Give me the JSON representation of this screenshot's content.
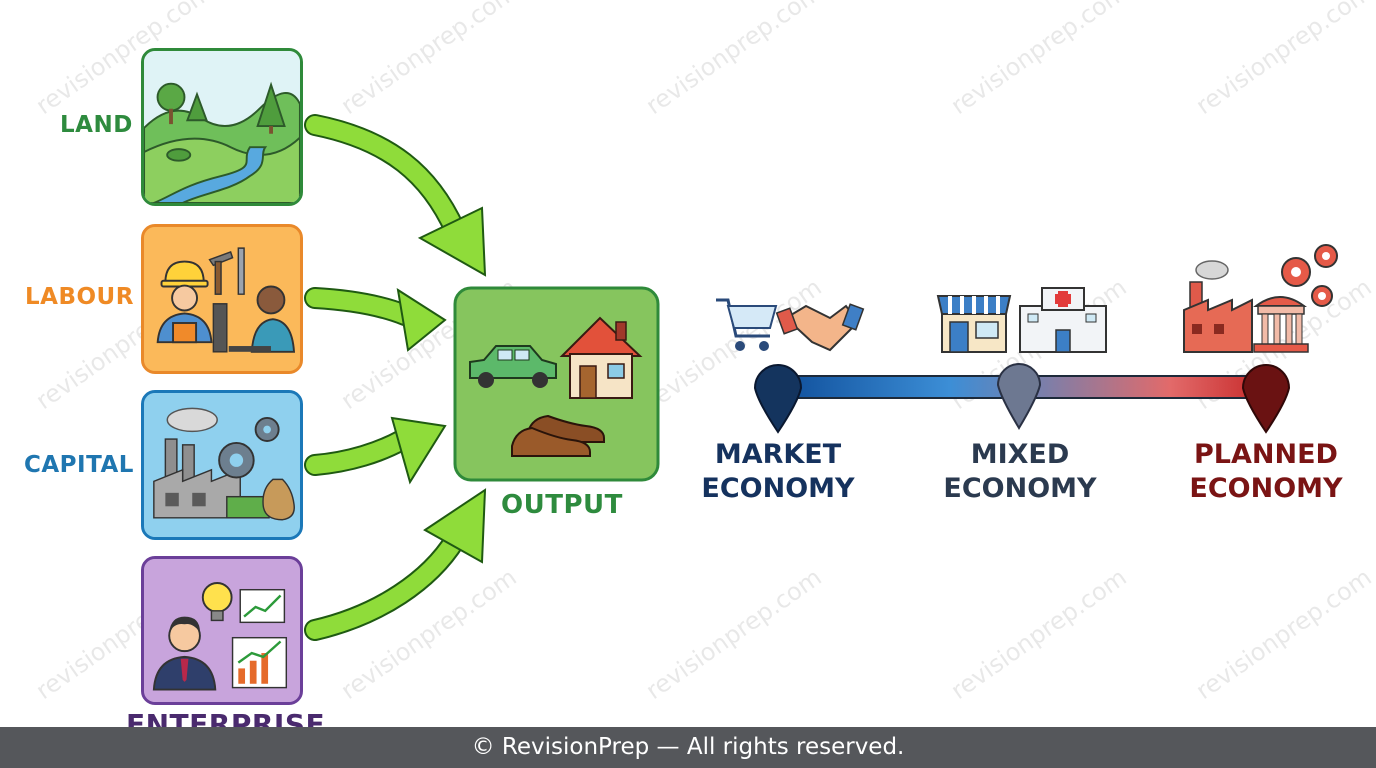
{
  "factors": [
    {
      "label": "LAND",
      "color": "#2e8b3e",
      "border": "#2f8a3a"
    },
    {
      "label": "LABOUR",
      "color": "#ef8a25",
      "border": "#e9892a"
    },
    {
      "label": "CAPITAL",
      "color": "#1f76b0",
      "border": "#1b78b8"
    },
    {
      "label": "ENTERPRISE",
      "color": "#4a2a6e",
      "border": "#6b3f99"
    }
  ],
  "output": {
    "label": "OUTPUT",
    "color": "#2e8b3e"
  },
  "economies": [
    {
      "line1": "MARKET",
      "line2": "ECONOMY",
      "color": "#15325e"
    },
    {
      "line1": "MIXED",
      "line2": "ECONOMY",
      "color": "#2b3a4f"
    },
    {
      "line1": "PLANNED",
      "line2": "ECONOMY",
      "color": "#7a1414"
    }
  ],
  "watermark": "revisionprep.com",
  "footer": {
    "text": "© RevisionPrep — All rights reserved."
  }
}
